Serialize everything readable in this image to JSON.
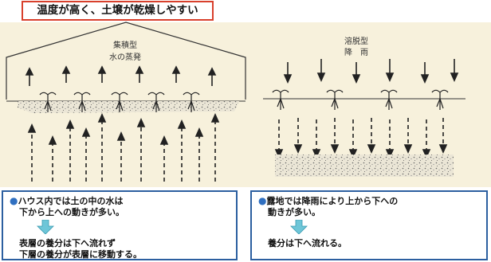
{
  "title": "温度が高く、土壌が乾燥しやすい",
  "greenhouse": {
    "label_type": "集積型",
    "label_effect": "水の蒸発"
  },
  "open_field": {
    "label_type": "溶脱型",
    "label_effect": "降　雨"
  },
  "left_box": {
    "line1": "ハウス内では土の中の水は",
    "line2": "下から上への動きが多い。",
    "line3": "表層の養分は下へ流れず",
    "line4": "下層の養分が表層に移動する。"
  },
  "right_box": {
    "line1": "露地では降雨により上から下への",
    "line2": "動きが多い。",
    "line3": "養分は下へ流れる。"
  },
  "colors": {
    "title_border": "#d8402c",
    "box_border": "#2c5fa0",
    "bullet": "#2f6fc0",
    "callout_arrow": "#6ec6d8",
    "panel_bg": "#f7f1dc"
  }
}
